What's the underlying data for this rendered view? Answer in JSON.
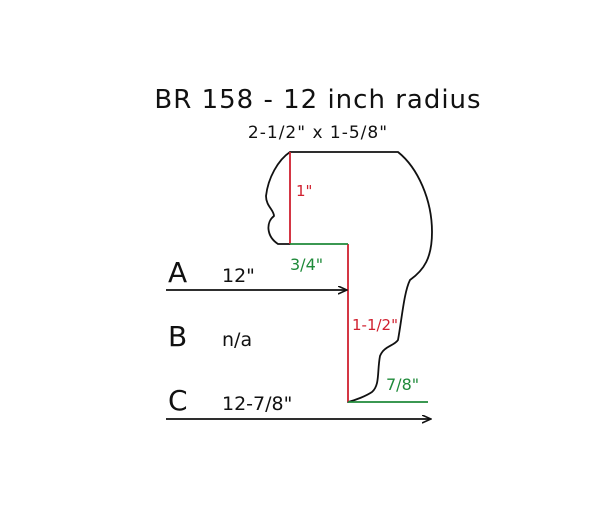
{
  "title": "BR 158 - 12 inch radius",
  "subtitle": "2-1/2\" x 1-5/8\"",
  "colors": {
    "ink": "#111111",
    "red": "#d0202f",
    "green": "#1f8a3a"
  },
  "dimensions": {
    "top_vertical": "1\"",
    "step_horizontal": "3/4\"",
    "main_vertical": "1-1/2\"",
    "bottom_horizontal": "7/8\""
  },
  "rows": [
    {
      "letter": "A",
      "value": "12\""
    },
    {
      "letter": "B",
      "value": "n/a"
    },
    {
      "letter": "C",
      "value": "12-7/8\""
    }
  ]
}
